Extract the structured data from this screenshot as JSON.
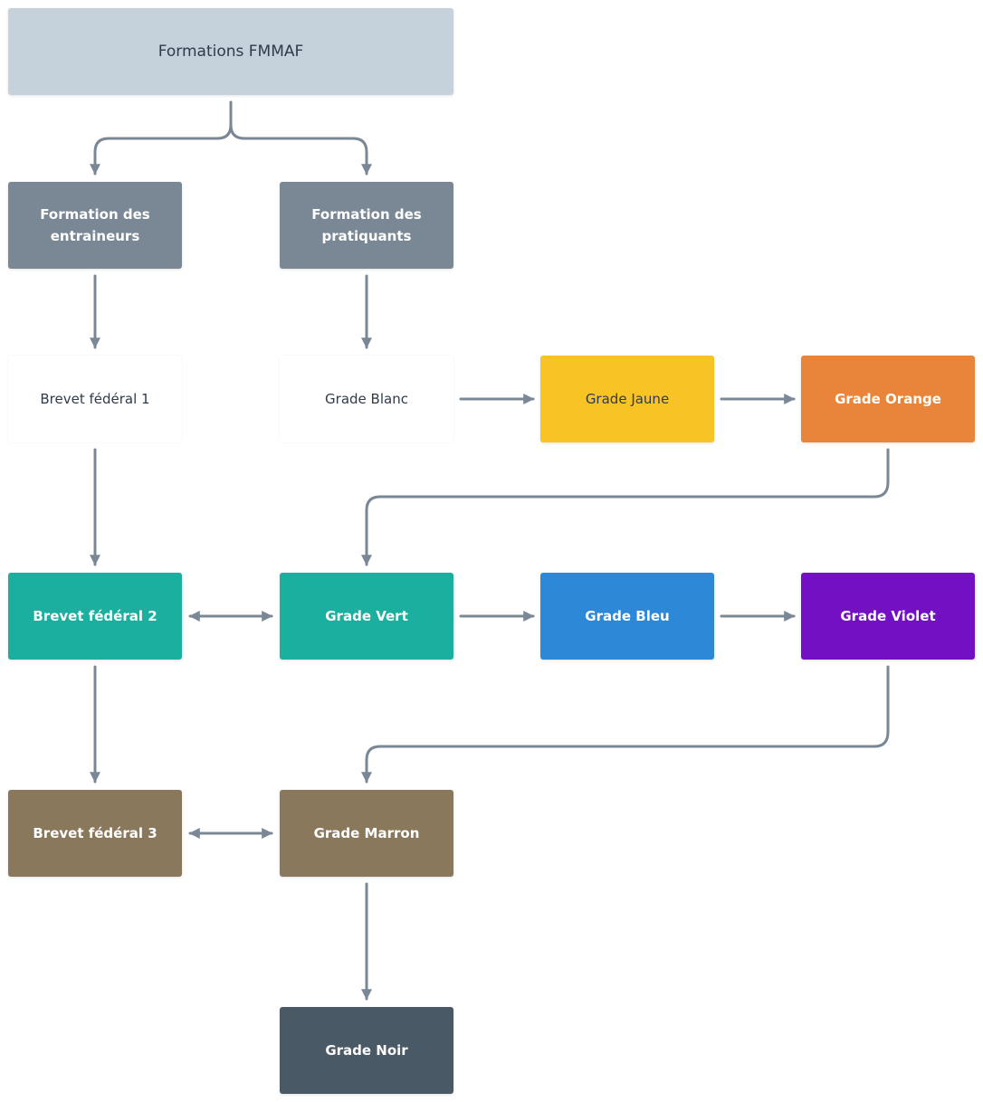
{
  "root": {
    "label": "Formations FMMAF",
    "color": "#c5d1db"
  },
  "branches": {
    "coaches": {
      "label": "Formation des entraineurs",
      "color": "#7a8895"
    },
    "practitioners": {
      "label": "Formation des pratiquants",
      "color": "#7a8895"
    }
  },
  "coach_track": [
    {
      "label": "Brevet fédéral 1",
      "color": "#ffffff"
    },
    {
      "label": "Brevet fédéral 2",
      "color": "#1aaf9e"
    },
    {
      "label": "Brevet fédéral 3",
      "color": "#8a785d"
    }
  ],
  "grades": {
    "blanc": {
      "label": "Grade Blanc",
      "color": "#ffffff"
    },
    "jaune": {
      "label": "Grade Jaune",
      "color": "#f7c325"
    },
    "orange": {
      "label": "Grade Orange",
      "color": "#e8853a"
    },
    "vert": {
      "label": "Grade Vert",
      "color": "#1aaf9e"
    },
    "bleu": {
      "label": "Grade Bleu",
      "color": "#2d88d8"
    },
    "violet": {
      "label": "Grade Violet",
      "color": "#7310c4"
    },
    "marron": {
      "label": "Grade Marron",
      "color": "#8a785d"
    },
    "noir": {
      "label": "Grade Noir",
      "color": "#4a5966"
    }
  },
  "connector_color": "#7a8895"
}
